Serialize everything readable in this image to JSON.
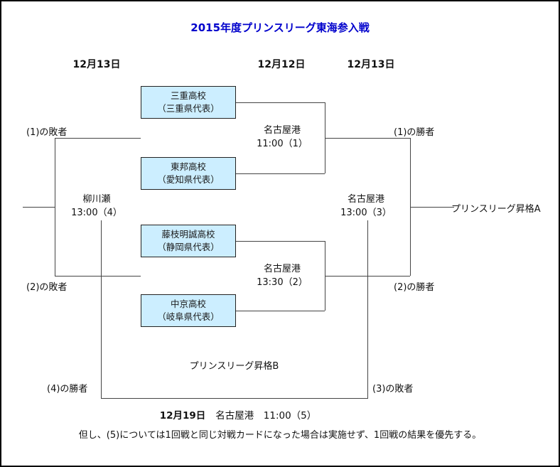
{
  "title": "2015年度プリンスリーグ東海参入戦",
  "dates": [
    "12月13日",
    "12月12日",
    "12月13日"
  ],
  "teams": [
    {
      "name": "三重高校",
      "region": "（三重県代表）"
    },
    {
      "name": "東邦高校",
      "region": "（愛知県代表）"
    },
    {
      "name": "藤枝明誠高校",
      "region": "（静岡県代表）"
    },
    {
      "name": "中京高校",
      "region": "（岐阜県代表）"
    }
  ],
  "matches": [
    {
      "venue": "名古屋港",
      "time": "11:00（1）"
    },
    {
      "venue": "名古屋港",
      "time": "13:30（2）"
    },
    {
      "venue": "名古屋港",
      "time": "13:00（3）"
    },
    {
      "venue": "柳川瀬",
      "time": "13:00（4）"
    }
  ],
  "labels": {
    "loser1": "(1)の敗者",
    "loser2": "(2)の敗者",
    "winner1": "(1)の勝者",
    "winner2": "(2)の勝者",
    "winner4": "(4)の勝者",
    "loser3": "(3)の敗者",
    "promotion_a": "プリンスリーグ昇格A",
    "promotion_b": "プリンスリーグ昇格B"
  },
  "match5": {
    "date": "12月19日",
    "info": "名古屋港　11:00（5）"
  },
  "note": "但し、(5)については1回戦と同じ対戦カードになった場合は実施せず、1回戦の結果を優先する。",
  "colors": {
    "title": "#0000cc",
    "team_box_fill": "#cceeff",
    "line": "#444444",
    "border": "#000000"
  }
}
